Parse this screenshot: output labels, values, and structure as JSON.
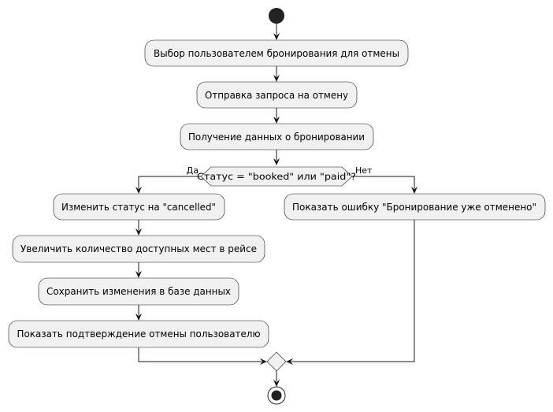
{
  "diagram": {
    "actions": {
      "select": "Выбор пользователем бронирования для отмены",
      "send": "Отправка запроса на отмену",
      "fetch": "Получение данных о бронировании",
      "change_status": "Изменить статус на \"cancelled\"",
      "increase_seats": "Увеличить количество доступных мест в рейсе",
      "save": "Сохранить изменения в базе данных",
      "confirm": "Показать подтверждение отмены пользователю",
      "error": "Показать ошибку \"Бронирование уже отменено\""
    },
    "decision": {
      "condition": "Статус = \"booked\" или \"paid\"?",
      "yes_label": "Да",
      "no_label": "Нет"
    },
    "colors": {
      "node_fill": "#f1f1f1",
      "stroke": "#181818",
      "start_end": "#222222"
    }
  }
}
